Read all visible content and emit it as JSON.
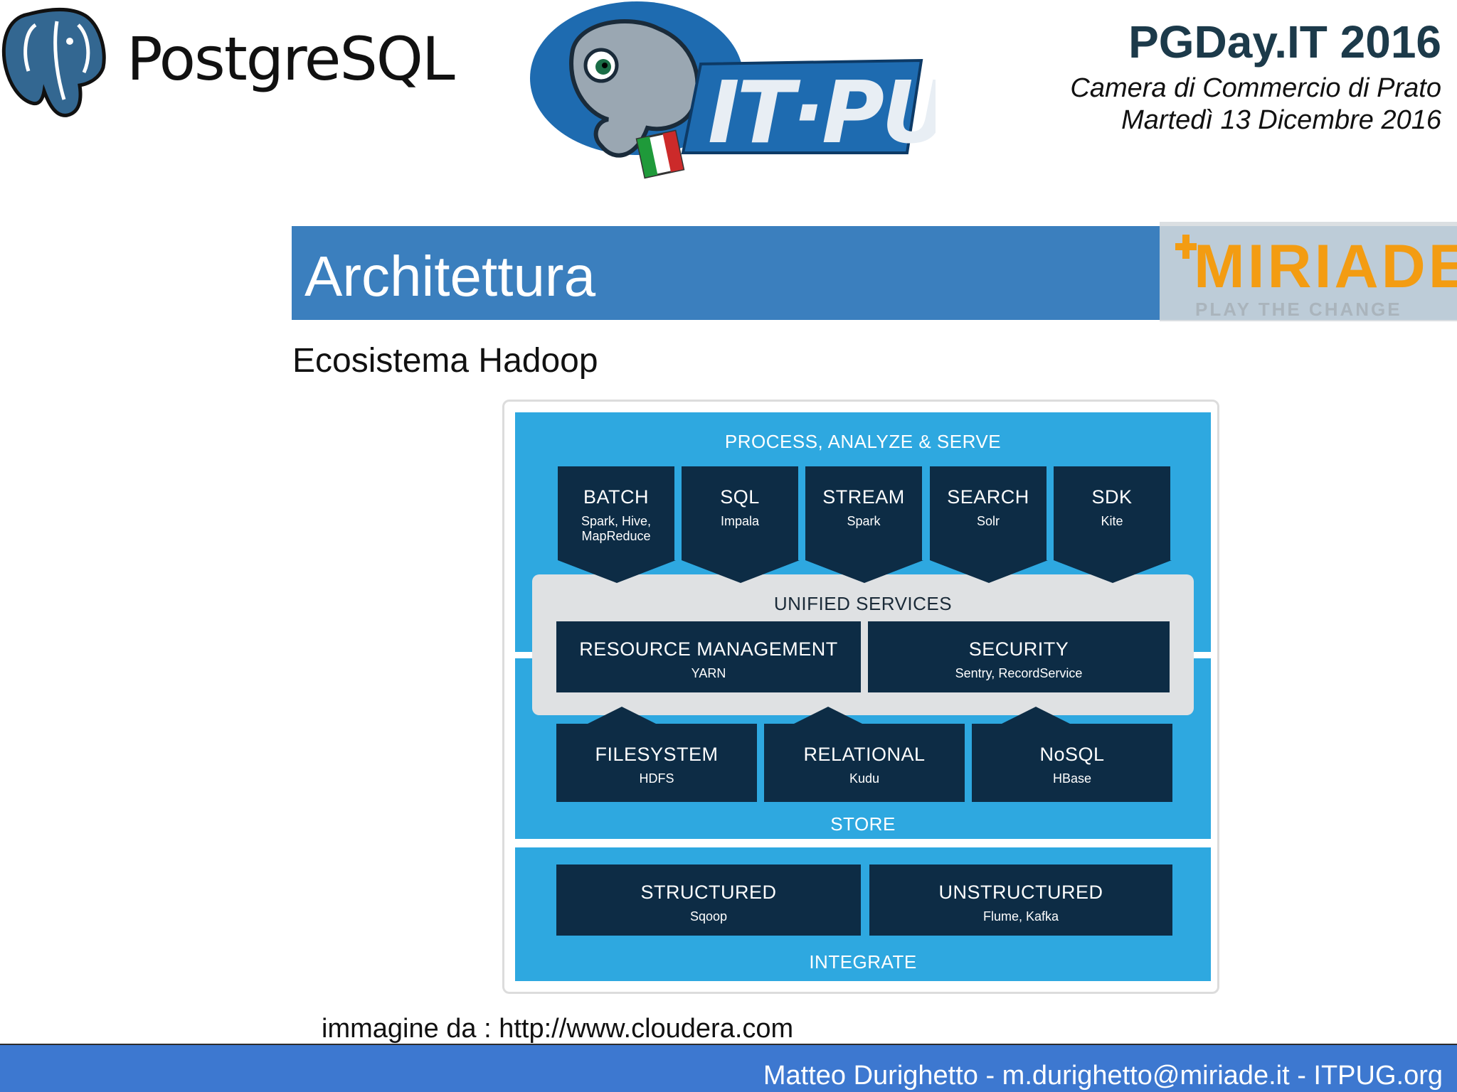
{
  "header": {
    "postgres_logo_text": "PostgreSQL",
    "itpug_logo_text": "IT·PUG",
    "event_title": "PGDay.IT 2016",
    "event_venue": "Camera di Commercio di Prato",
    "event_date": "Martedì 13 Dicembre 2016"
  },
  "slide": {
    "title": "Architettura",
    "subtitle": "Ecosistema Hadoop",
    "miriade_logo_text": "MIRIADE",
    "miriade_tagline": "PLAY THE CHANGE"
  },
  "diagram": {
    "process_label": "PROCESS, ANALYZE & SERVE",
    "process": [
      {
        "title": "BATCH",
        "sub1": "Spark, Hive,",
        "sub2": "MapReduce"
      },
      {
        "title": "SQL",
        "sub1": "Impala",
        "sub2": ""
      },
      {
        "title": "STREAM",
        "sub1": "Spark",
        "sub2": ""
      },
      {
        "title": "SEARCH",
        "sub1": "Solr",
        "sub2": ""
      },
      {
        "title": "SDK",
        "sub1": "Kite",
        "sub2": ""
      }
    ],
    "unified_label": "UNIFIED SERVICES",
    "unified": [
      {
        "title": "RESOURCE MANAGEMENT",
        "sub": "YARN"
      },
      {
        "title": "SECURITY",
        "sub": "Sentry, RecordService"
      }
    ],
    "store": [
      {
        "title": "FILESYSTEM",
        "sub": "HDFS"
      },
      {
        "title": "RELATIONAL",
        "sub": "Kudu"
      },
      {
        "title": "NoSQL",
        "sub": "HBase"
      }
    ],
    "store_label": "STORE",
    "integrate": [
      {
        "title": "STRUCTURED",
        "sub": "Sqoop"
      },
      {
        "title": "UNSTRUCTURED",
        "sub": "Flume, Kafka"
      }
    ],
    "integrate_label": "INTEGRATE"
  },
  "caption": "immagine da : http://www.cloudera.com",
  "footer": "Matteo Durighetto - m.durighetto@miriade.it - ITPUG.org",
  "colors": {
    "title_bar": "#3b7fbe",
    "diagram_blue": "#2ea8e0",
    "diagram_dark": "#0d2c45",
    "footer_bar": "#3d78d0"
  }
}
